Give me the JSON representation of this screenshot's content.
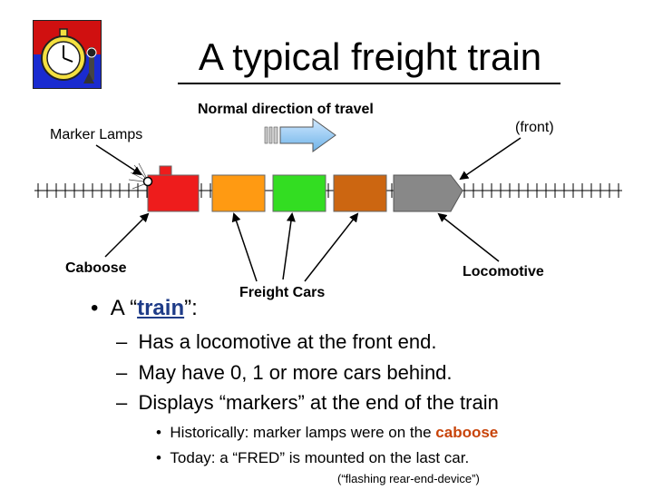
{
  "slide": {
    "title": "A typical freight train"
  },
  "diagram": {
    "direction_label": "Normal direction of travel",
    "front_label": "(front)",
    "marker_lamps_label": "Marker Lamps",
    "caboose_label": "Caboose",
    "locomotive_label": "Locomotive",
    "freight_cars_label": "Freight Cars",
    "car_colors": {
      "caboose": "#ee1c1c",
      "car1": "#ff9a12",
      "car2": "#33dd22",
      "car3": "#cc6611",
      "locomotive": "#888888"
    }
  },
  "bullets": {
    "main_prefix": "A “",
    "main_term": "train",
    "main_suffix": "”:",
    "items": [
      "Has a locomotive at the front end.",
      "May have 0, 1 or more cars behind.",
      "Displays “markers” at the end of the train"
    ],
    "sub_items": [
      {
        "text": "Historically:  marker lamps were on the ",
        "highlight": "caboose"
      },
      {
        "text": "Today:  a “FRED” is mounted on the last car."
      }
    ],
    "footnote": "(“flashing rear-end-device”)"
  }
}
